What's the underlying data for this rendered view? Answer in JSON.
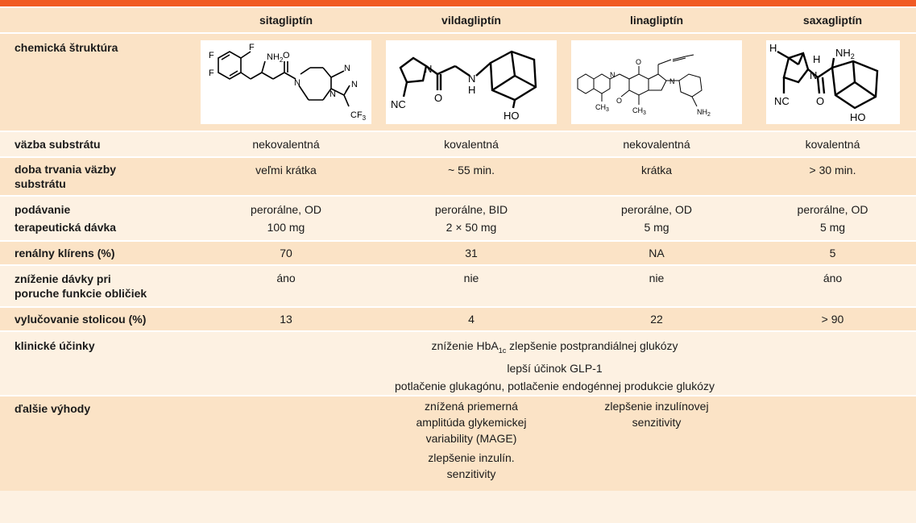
{
  "header": {
    "drugs": [
      "sitagliptín",
      "vildagliptín",
      "linagliptín",
      "saxagliptín"
    ]
  },
  "rows": {
    "structure_label": "chemická štruktúra",
    "structure_text": {
      "sitagliptin": {
        "f1": "F",
        "f2": "F",
        "f3": "F",
        "nh2": "NH",
        "nh2sub": "2",
        "o": "O",
        "n1": "N",
        "n2": "N",
        "n3": "N",
        "n4": "N",
        "cf3": "CF",
        "cf3sub": "3"
      },
      "vildagliptin": {
        "nc": "NC",
        "n": "N",
        "o": "O",
        "h": "H",
        "hn": "N",
        "ho": "HO"
      },
      "linagliptin": {
        "n1": "N",
        "n2": "N",
        "o1": "O",
        "o2": "O",
        "ch3a": "CH",
        "ch3b": "CH",
        "nh2": "NH",
        "sub3a": "3",
        "sub3b": "3",
        "sub2": "2"
      },
      "saxagliptin": {
        "h1": "H",
        "h2": "H",
        "nh2": "NH",
        "nh2sub": "2",
        "n": "N",
        "nc": "NC",
        "o": "O",
        "ho": "HO"
      }
    },
    "binding": {
      "label": "väzba substrátu",
      "values": [
        "nekovalentná",
        "kovalentná",
        "nekovalentná",
        "kovalentná"
      ]
    },
    "duration": {
      "label1": "doba trvania väzby",
      "label2": "substrátu",
      "values": [
        "veľmi krátka",
        "~ 55 min.",
        "krátka",
        "> 30 min."
      ]
    },
    "admin": {
      "label1": "podávanie",
      "label2": "terapeutická dávka",
      "route": [
        "perorálne, OD",
        "perorálne, BID",
        "perorálne, OD",
        "perorálne, OD"
      ],
      "dose": [
        "100 mg",
        "2 × 50 mg",
        "5 mg",
        "5 mg"
      ]
    },
    "renal": {
      "label": "renálny klírens (%)",
      "values": [
        "70",
        "31",
        "NA",
        "5"
      ]
    },
    "dose_reduction": {
      "label1": "zníženie dávky pri",
      "label2": "poruche funkcie obličiek",
      "values": [
        "áno",
        "nie",
        "nie",
        "áno"
      ]
    },
    "feces": {
      "label": "vylučovanie stolicou (%)",
      "values": [
        "13",
        "4",
        "22",
        "> 90"
      ]
    },
    "clinical": {
      "label": "klinické účinky",
      "line1_a": "zníženie HbA",
      "line1_sub": "1c",
      "line1_b": " zlepšenie postprandiálnej glukózy",
      "line2": "lepší účinok GLP-1",
      "line3": "potlačenie glukagónu, potlačenie endogénnej produkcie glukózy"
    },
    "benefits": {
      "label": "ďalšie výhody",
      "vilda": [
        "znížená priemerná",
        "amplitúda glykemickej",
        "variability (MAGE)",
        "zlepšenie inzulín.",
        "senzitivity"
      ],
      "lina": [
        "zlepšenie inzulínovej",
        "senzitivity"
      ]
    }
  }
}
